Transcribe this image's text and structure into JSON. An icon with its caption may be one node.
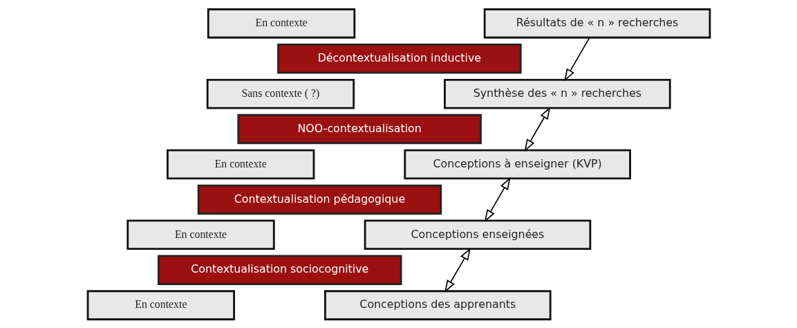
{
  "diagram": {
    "nodes": [
      {
        "text": [
          "En contexte"
        ]
      },
      {
        "text": [
          "Sans contexte ( ?)"
        ]
      },
      {
        "text": [
          "En contexte"
        ]
      },
      {
        "text": [
          "En contexte"
        ]
      },
      {
        "text": [
          "En contexte"
        ]
      },
      {
        "text": [
          "Décontextualisation inductive"
        ]
      },
      {
        "text": [
          "NOO-contextualisation"
        ]
      },
      {
        "text": [
          "Contextualisation pédagogique"
        ]
      },
      {
        "text": [
          "Contextualisation sociocognitive"
        ]
      },
      {
        "text": [
          "Résultats de « n » recherches"
        ]
      },
      {
        "text": [
          "Synthèse des « n » recherches"
        ]
      },
      {
        "text": [
          "Conceptions à enseigner (KVP)"
        ]
      },
      {
        "text": [
          "Conceptions enseignées"
        ]
      },
      {
        "text": [
          "Conceptions des apprenants"
        ]
      }
    ],
    "edges": [
      {
        "from": 9,
        "to": 10,
        "arrow": "to"
      },
      {
        "from": 10,
        "to": 11,
        "arrow": "both"
      },
      {
        "from": 11,
        "to": 12,
        "arrow": "both"
      },
      {
        "from": 12,
        "to": 13,
        "arrow": "both"
      }
    ]
  }
}
